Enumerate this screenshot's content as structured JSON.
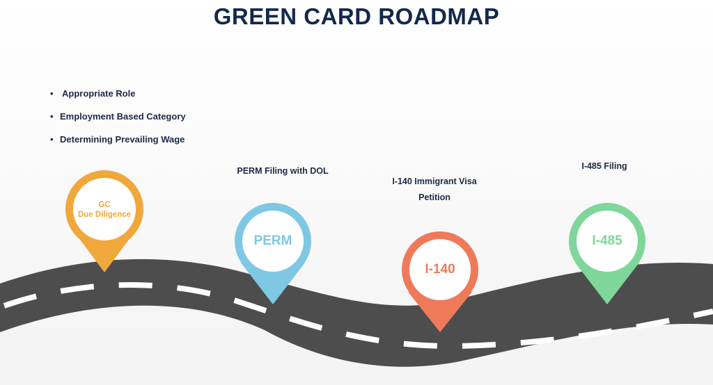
{
  "title": "GREEN CARD ROADMAP",
  "bullets": [
    "Appropriate Role",
    "Employment Based Category",
    "Determining Prevailing Wage"
  ],
  "steps": [
    {
      "pin_line1": "GC",
      "pin_line2": "Due Diligence",
      "label": "",
      "color": "#f0a83c"
    },
    {
      "pin_text": "PERM",
      "label": "PERM Filing with DOL",
      "color": "#7ec8e3"
    },
    {
      "pin_text": "I-140",
      "label_line1": "I-140 Immigrant Visa",
      "label_line2": "Petition",
      "color": "#ef7a5a"
    },
    {
      "pin_text": "I-485",
      "label": "I-485 Filing",
      "color": "#7fd69a"
    }
  ],
  "colors": {
    "title": "#13294b",
    "road": "#4d4d4d",
    "lane": "#ffffff"
  }
}
